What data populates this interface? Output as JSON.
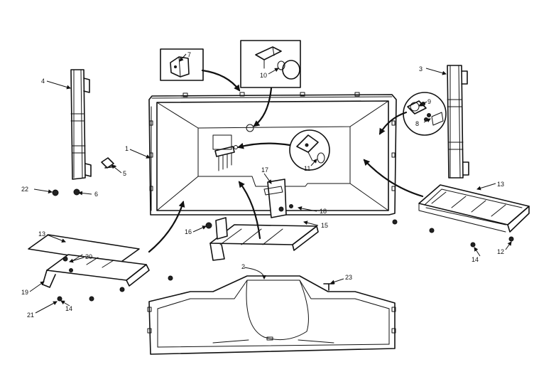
{
  "labels": {
    "l1": "1",
    "l2": "2",
    "l3": "3",
    "l4": "4",
    "l5": "5",
    "l6": "6",
    "l7": "7",
    "l8": "8",
    "l9": "9",
    "l10": "10",
    "l11": "11",
    "l12": "12",
    "l13a": "13",
    "l13b": "13",
    "l14a": "14",
    "l14b": "14",
    "l15": "15",
    "l16": "16",
    "l17": "17",
    "l18": "18",
    "l19": "19",
    "l20": "20",
    "l21": "21",
    "l22": "22",
    "l23": "23"
  }
}
